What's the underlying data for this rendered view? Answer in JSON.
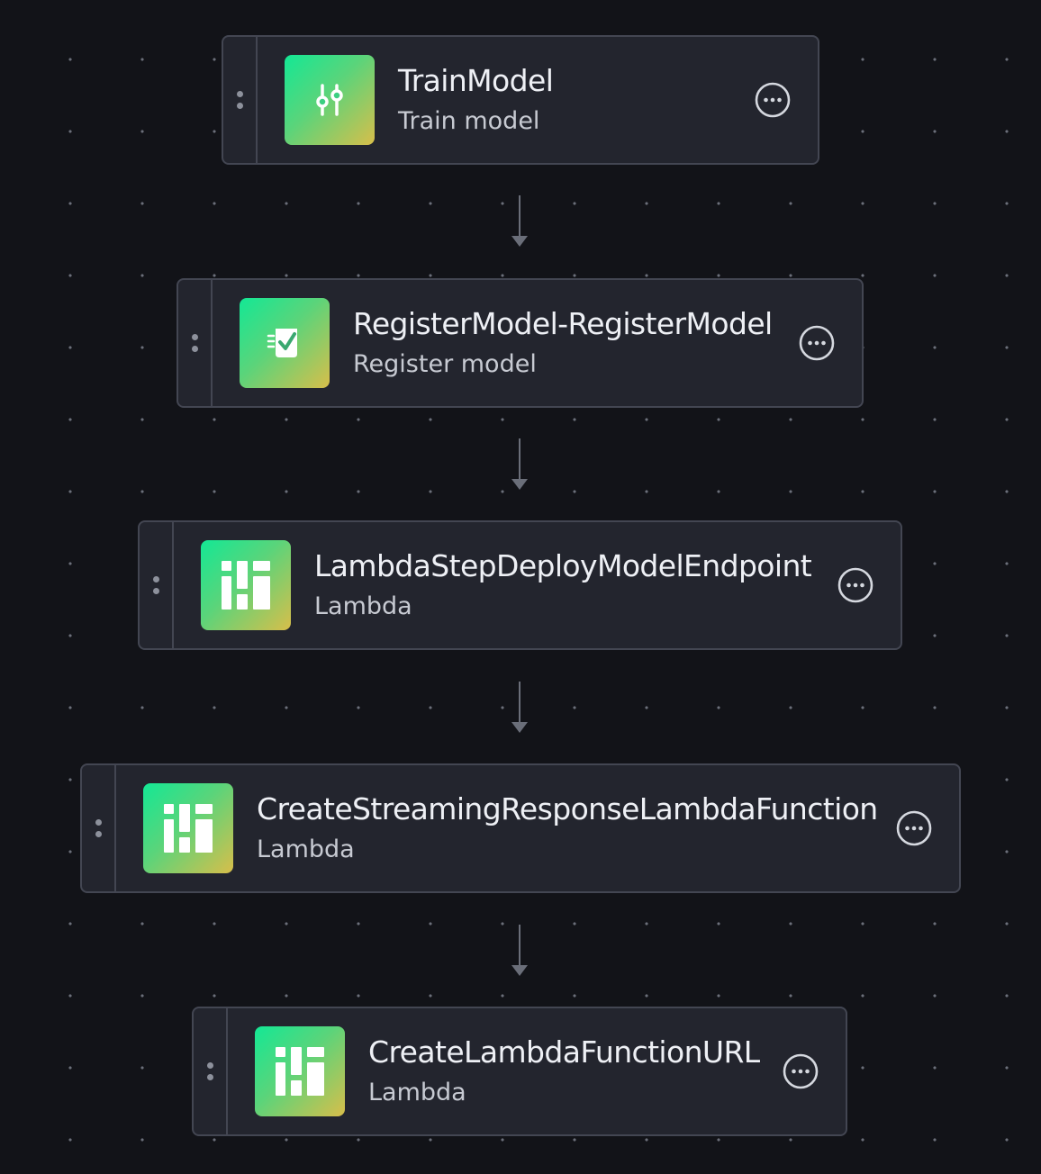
{
  "pipeline": {
    "steps": [
      {
        "title": "TrainModel",
        "subtitle": "Train model",
        "icon": "sliders-icon"
      },
      {
        "title": "RegisterModel-RegisterModel",
        "subtitle": "Register model",
        "icon": "checklist-icon"
      },
      {
        "title": "LambdaStepDeployModelEndpoint",
        "subtitle": "Lambda",
        "icon": "lambda-blocks-icon"
      },
      {
        "title": "CreateStreamingResponseLambdaFunction",
        "subtitle": "Lambda",
        "icon": "lambda-blocks-icon"
      },
      {
        "title": "CreateLambdaFunctionURL",
        "subtitle": "Lambda",
        "icon": "lambda-blocks-icon"
      }
    ]
  },
  "colors": {
    "canvas_background": "#121318",
    "node_background": "#23252e",
    "node_border": "#434652",
    "icon_gradient_start": "#13e895",
    "icon_gradient_end": "#d8be4a"
  }
}
